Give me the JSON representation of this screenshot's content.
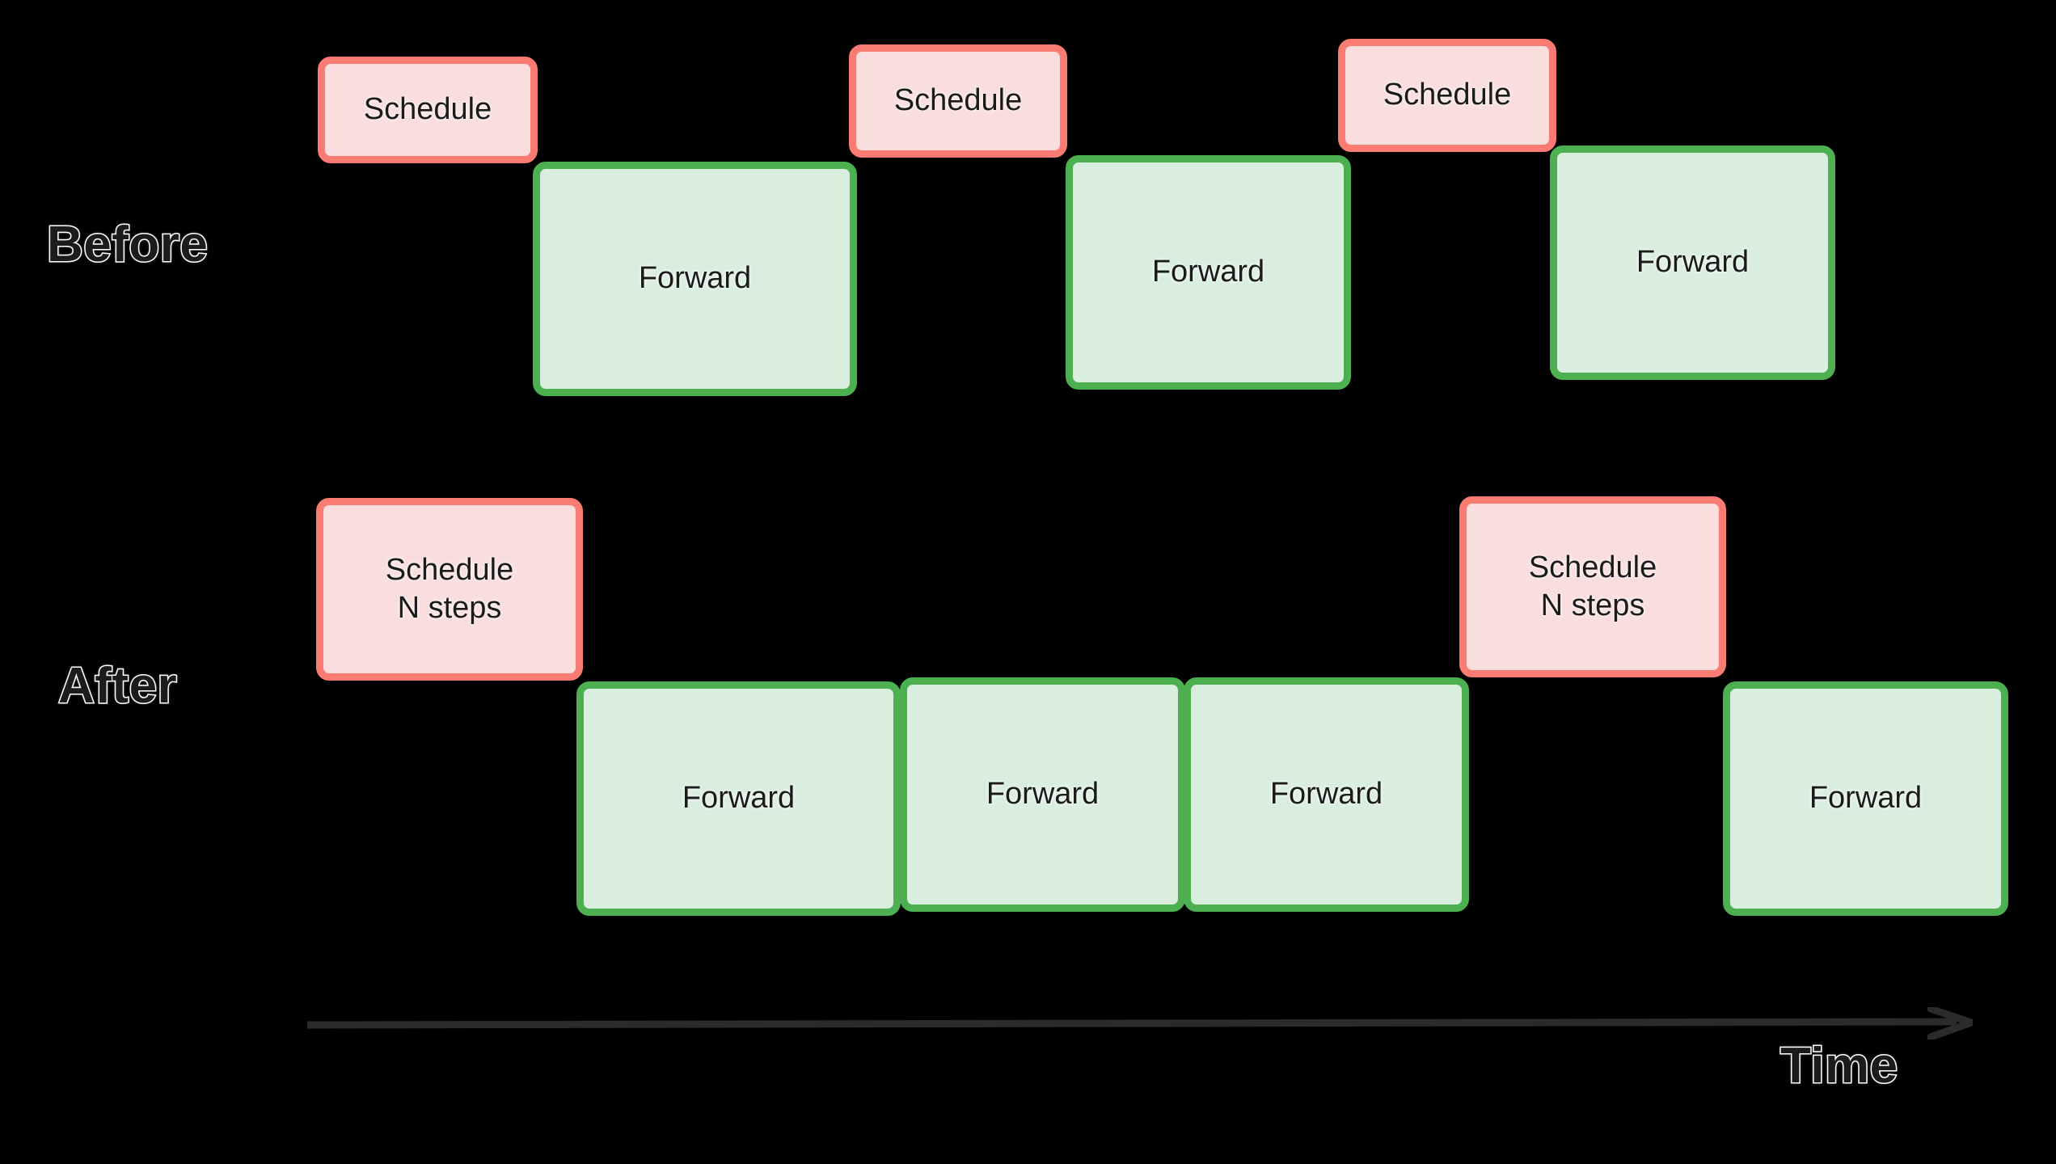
{
  "diagram": {
    "background_color": "#000000",
    "palette": {
      "schedule_border": "#fa7b72",
      "schedule_fill": "#fadddd",
      "forward_border": "#4caf50",
      "forward_fill": "#d9eedf",
      "text": "#1b1b1b",
      "text_outline": "#ffffff",
      "axis": "#2b2b2b"
    },
    "rows": [
      {
        "id": "before",
        "label": "Before",
        "schedule_boxes": [
          {
            "label": "Schedule"
          },
          {
            "label": "Schedule"
          },
          {
            "label": "Schedule"
          }
        ],
        "forward_boxes": [
          {
            "label": "Forward"
          },
          {
            "label": "Forward"
          },
          {
            "label": "Forward"
          }
        ]
      },
      {
        "id": "after",
        "label": "After",
        "schedule_boxes": [
          {
            "label": "Schedule\nN steps"
          },
          {
            "label": "Schedule\nN steps"
          }
        ],
        "forward_boxes": [
          {
            "label": "Forward"
          },
          {
            "label": "Forward"
          },
          {
            "label": "Forward"
          },
          {
            "label": "Forward"
          }
        ]
      }
    ],
    "axis": {
      "label": "Time",
      "direction": "right"
    }
  }
}
